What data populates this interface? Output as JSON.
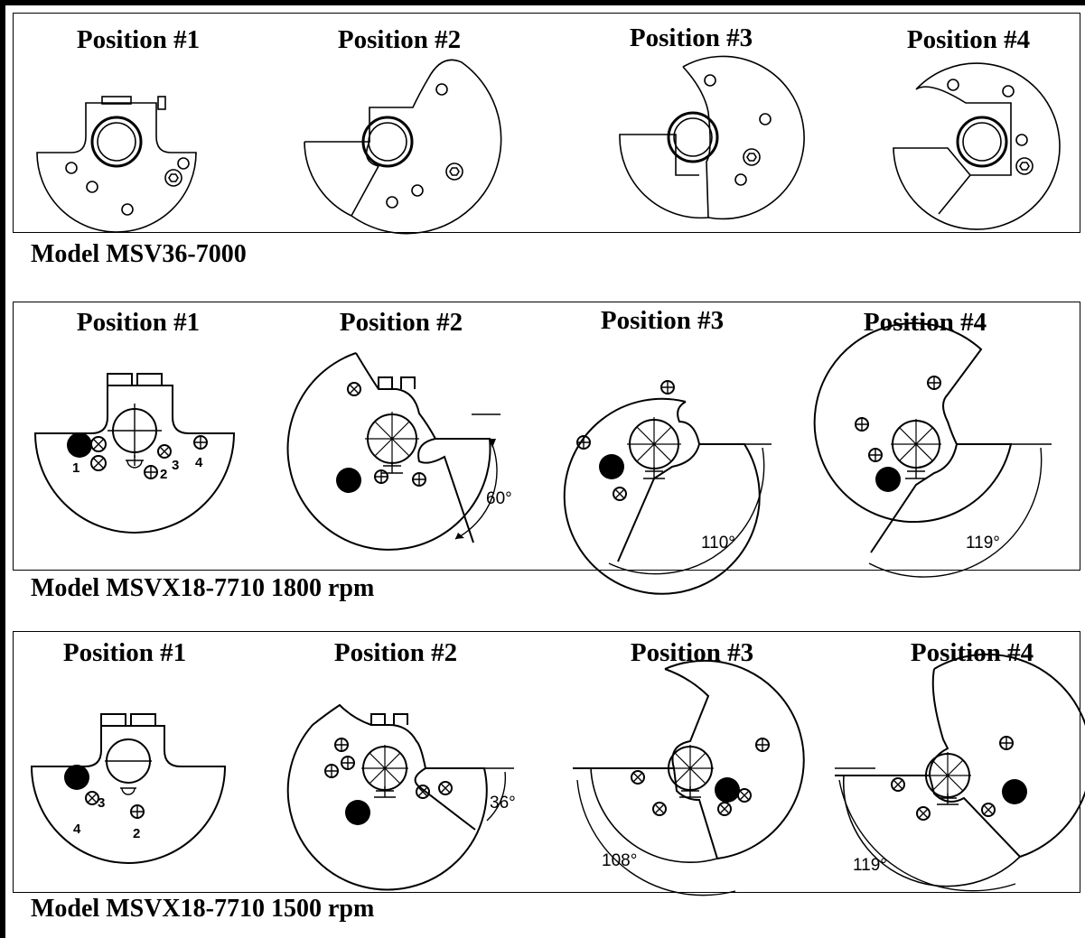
{
  "groups": [
    {
      "model": "Model MSV36-7000",
      "positions": [
        "Position #1",
        "Position #2",
        "Position #3",
        "Position #4"
      ]
    },
    {
      "model": "Model MSVX18-7710 1800 rpm",
      "positions": [
        "Position #1",
        "Position #2",
        "Position #3",
        "Position #4"
      ],
      "angles": [
        "60°",
        "110°",
        "119°"
      ]
    },
    {
      "model": "Model MSVX18-7710 1500 rpm",
      "positions": [
        "Position #1",
        "Position #2",
        "Position #3",
        "Position #4"
      ],
      "angles": [
        "36°",
        "108°",
        "119°"
      ]
    }
  ],
  "hole_numbers": [
    "1",
    "2",
    "3",
    "4"
  ]
}
